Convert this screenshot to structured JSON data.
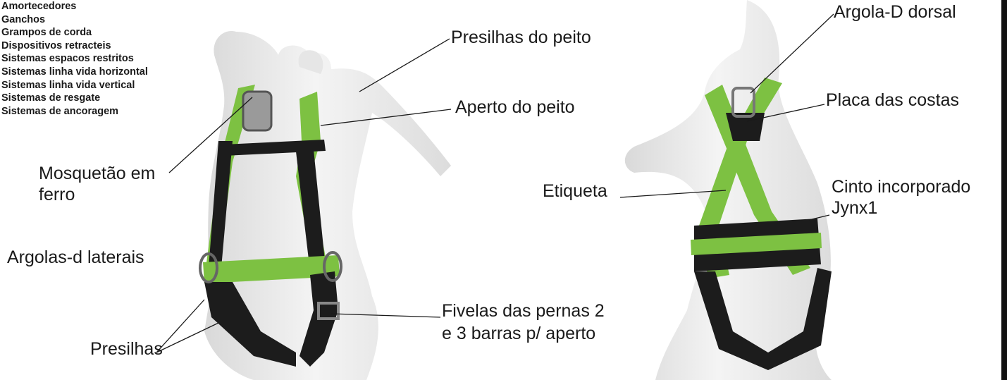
{
  "categories": [
    "Amortecedores",
    "Ganchos",
    "Grampos de corda",
    "Dispositivos retracteis",
    "Sistemas espacos restritos",
    "Sistemas linha vida horizontal",
    "Sistemas linha vida vertical",
    "Sistemas de resgate",
    "Sistemas de ancoragem"
  ],
  "front": {
    "chest_straps": "Presilhas do peito",
    "chest_buckle": "Aperto do peito",
    "carabiner_line1": "Mosquetão em",
    "carabiner_line2": "ferro",
    "side_d_rings": "Argolas-d laterais",
    "leg_buckles_line1": "Fivelas das pernas 2",
    "leg_buckles_line2": "e 3 barras p/ aperto",
    "straps": "Presilhas"
  },
  "back": {
    "dorsal_d_ring": "Argola-D dorsal",
    "back_plate": "Placa das costas",
    "tag": "Etiqueta",
    "belt_line1": "Cinto incorporado",
    "belt_line2": "Jynx1"
  },
  "colors": {
    "mannequin": "#ececec",
    "webbing_green": "#7dc142",
    "webbing_dark": "#1c1c1c",
    "text": "#1a1a1a"
  }
}
